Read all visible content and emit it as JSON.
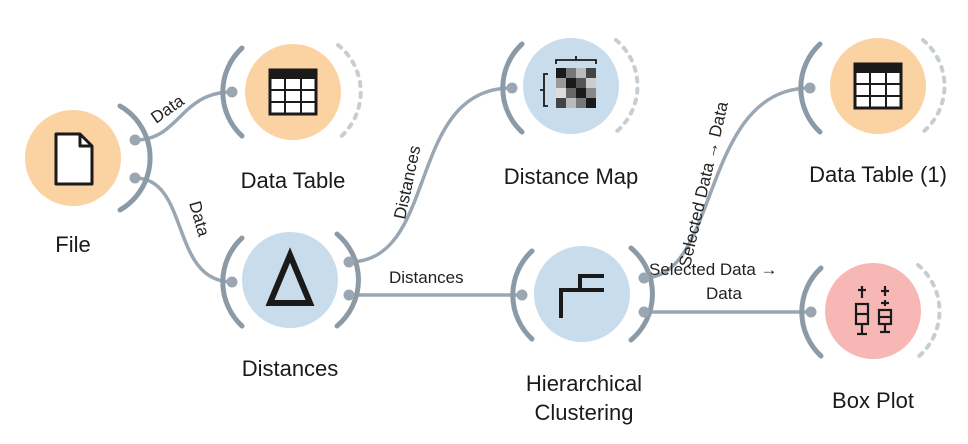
{
  "nodes": {
    "file": {
      "label": "File",
      "icon": "document-icon",
      "color": "#fbd3a3"
    },
    "data_table": {
      "label": "Data Table",
      "icon": "table-icon",
      "color": "#fbd3a3"
    },
    "distances": {
      "label": "Distances",
      "icon": "delta-icon",
      "color": "#c9dcec"
    },
    "distance_map": {
      "label": "Distance Map",
      "icon": "heatmap-icon",
      "color": "#c9dcec"
    },
    "hierarchical_clustering": {
      "label_line1": "Hierarchical",
      "label_line2": "Clustering",
      "icon": "dendrogram-icon",
      "color": "#c9dcec"
    },
    "data_table_1": {
      "label": "Data Table (1)",
      "icon": "table-icon",
      "color": "#fbd3a3"
    },
    "box_plot": {
      "label": "Box Plot",
      "icon": "boxplot-icon",
      "color": "#f7b8b5"
    }
  },
  "links": {
    "file_to_table": "Data",
    "file_to_distances": "Data",
    "distances_to_map": "Distances",
    "distances_to_clustering": "Distances",
    "clustering_to_table1": "Selected Data → Data",
    "clustering_to_boxplot_line1": "Selected Data →",
    "clustering_to_boxplot_line2": "Data"
  }
}
